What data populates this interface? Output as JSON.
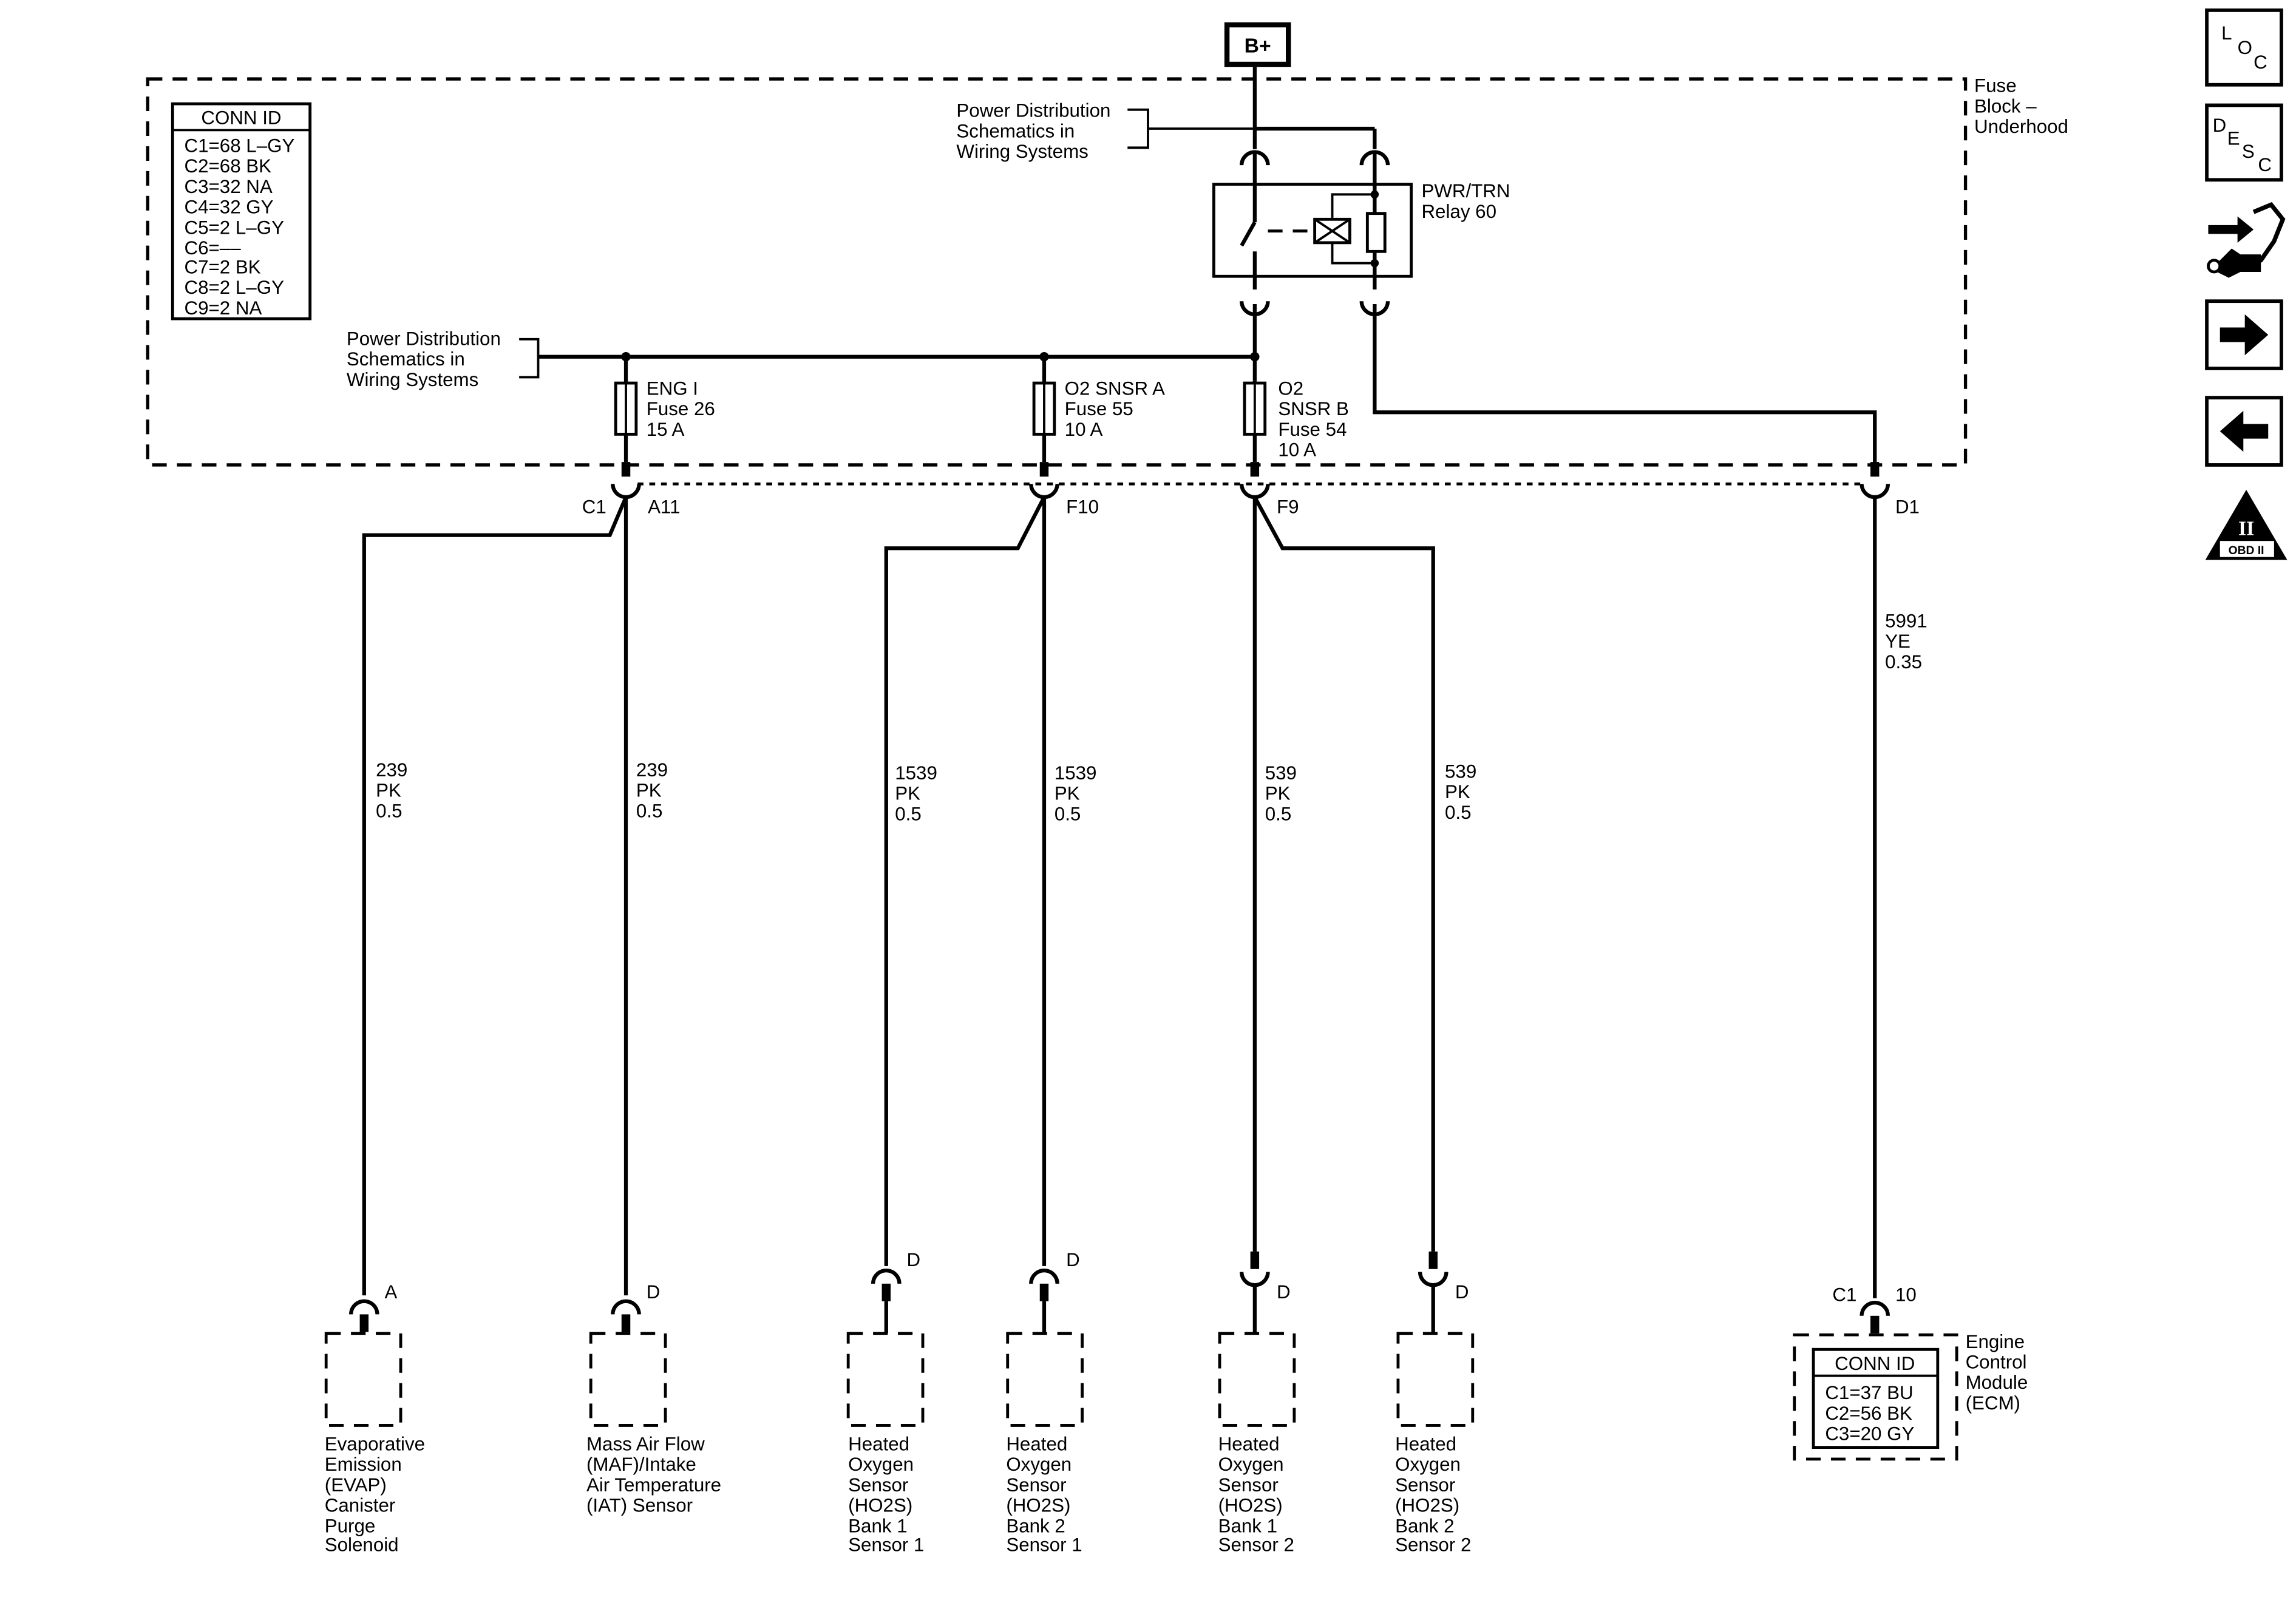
{
  "supply": {
    "label": "B+"
  },
  "fuse_block": {
    "name_lines": [
      "Fuse",
      "Block –",
      "Underhood"
    ]
  },
  "fuse_block_conn": {
    "title": "CONN ID",
    "rows": [
      "C1=68 L–GY",
      "C2=68 BK",
      "C3=32 NA",
      "C4=32 GY",
      "C5=2 L–GY",
      "C6=––",
      "C7=2 BK",
      "C8=2 L–GY",
      "C9=2 NA"
    ]
  },
  "power_ref": {
    "lines": [
      "Power Distribution",
      "Schematics in",
      "Wiring Systems"
    ]
  },
  "relay": {
    "lines": [
      "PWR/TRN",
      "Relay 60"
    ]
  },
  "fuses": [
    {
      "lines": [
        "ENG I",
        "Fuse 26",
        "15 A"
      ]
    },
    {
      "lines": [
        "O2 SNSR A",
        "Fuse 55",
        "10 A"
      ]
    },
    {
      "lines": [
        "O2",
        "SNSR B",
        "Fuse 54",
        "10 A"
      ]
    }
  ],
  "connectors": {
    "c1": "C1",
    "a11": "A11",
    "f10": "F10",
    "f9": "F9",
    "d1": "D1"
  },
  "wires": [
    {
      "lines": [
        "239",
        "PK",
        "0.5"
      ]
    },
    {
      "lines": [
        "239",
        "PK",
        "0.5"
      ]
    },
    {
      "lines": [
        "1539",
        "PK",
        "0.5"
      ]
    },
    {
      "lines": [
        "1539",
        "PK",
        "0.5"
      ]
    },
    {
      "lines": [
        "539",
        "PK",
        "0.5"
      ]
    },
    {
      "lines": [
        "539",
        "PK",
        "0.5"
      ]
    },
    {
      "lines": [
        "5991",
        "YE",
        "0.35"
      ]
    }
  ],
  "components": [
    {
      "pin": "A",
      "lines": [
        "Evaporative",
        "Emission",
        "(EVAP)",
        "Canister",
        "Purge",
        "Solenoid"
      ]
    },
    {
      "pin": "D",
      "lines": [
        "Mass Air Flow",
        "(MAF)/Intake",
        "Air Temperature",
        "(IAT) Sensor"
      ]
    },
    {
      "pin": "D",
      "lines": [
        "Heated",
        "Oxygen",
        "Sensor",
        "(HO2S)",
        "Bank 1",
        "Sensor 1"
      ]
    },
    {
      "pin": "D",
      "lines": [
        "Heated",
        "Oxygen",
        "Sensor",
        "(HO2S)",
        "Bank 2",
        "Sensor 1"
      ]
    },
    {
      "pin": "D",
      "lines": [
        "Heated",
        "Oxygen",
        "Sensor",
        "(HO2S)",
        "Bank 1",
        "Sensor 2"
      ]
    },
    {
      "pin": "D",
      "lines": [
        "Heated",
        "Oxygen",
        "Sensor",
        "(HO2S)",
        "Bank 2",
        "Sensor 2"
      ]
    }
  ],
  "ecm": {
    "connector": "C1",
    "pin": "10",
    "name_lines": [
      "Engine",
      "Control",
      "Module",
      "(ECM)"
    ],
    "conn_title": "CONN ID",
    "conn_rows": [
      "C1=37 BU",
      "C2=56 BK",
      "C3=20 GY"
    ]
  },
  "nav": {
    "loc": [
      "L",
      "O",
      "C"
    ],
    "desc": [
      "D",
      "E",
      "S",
      "C"
    ],
    "obd_roman": "II",
    "obd_label": "OBD II",
    "icons": [
      "component-locator-icon",
      "description-icon",
      "connector-tool-icon",
      "next-arrow-icon",
      "previous-arrow-icon",
      "obd-ii-icon"
    ]
  }
}
